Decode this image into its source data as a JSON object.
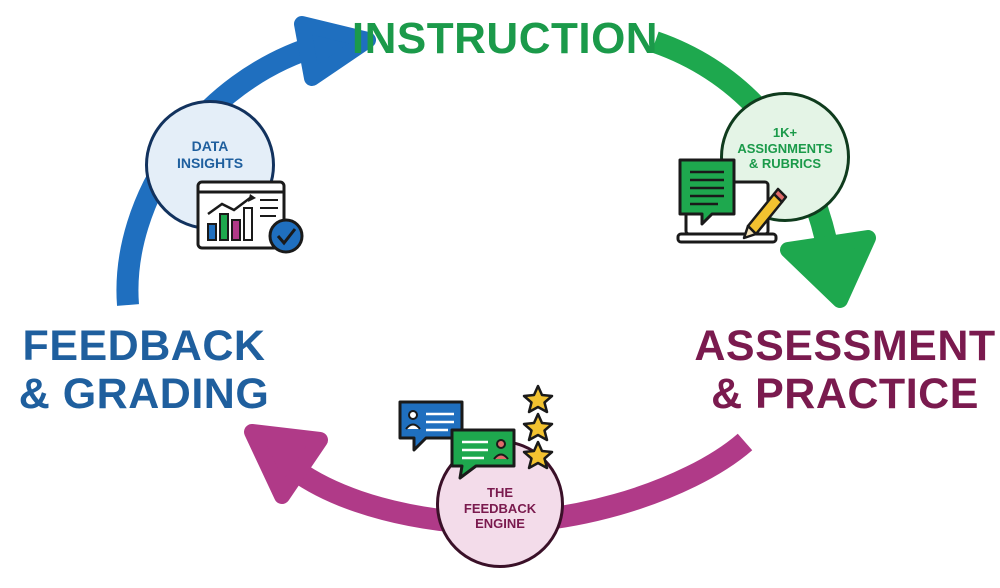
{
  "stages": {
    "instruction": "INSTRUCTION",
    "assessment": [
      "ASSESSMENT",
      "& PRACTICE"
    ],
    "feedback": [
      "FEEDBACK",
      "& GRADING"
    ]
  },
  "bubbles": {
    "data_insights": [
      "DATA",
      "INSIGHTS"
    ],
    "assignments": [
      "1K+",
      "ASSIGNMENTS",
      "& RUBRICS"
    ],
    "feedback_engine": [
      "THE",
      "FEEDBACK",
      "ENGINE"
    ]
  },
  "icons": {
    "data_insights": "chart-dashboard-icon",
    "check": "checkmark-badge-icon",
    "assignments": "laptop-document-icon",
    "pencil": "pencil-icon",
    "feedback": "chat-bubbles-icon",
    "stars": "star-rating-icon"
  },
  "colors": {
    "green": "#1b9a4a",
    "blue": "#1f6fbf",
    "magenta": "#b03a88",
    "maroon": "#7a1a4e",
    "navy": "#1f5f9e"
  }
}
